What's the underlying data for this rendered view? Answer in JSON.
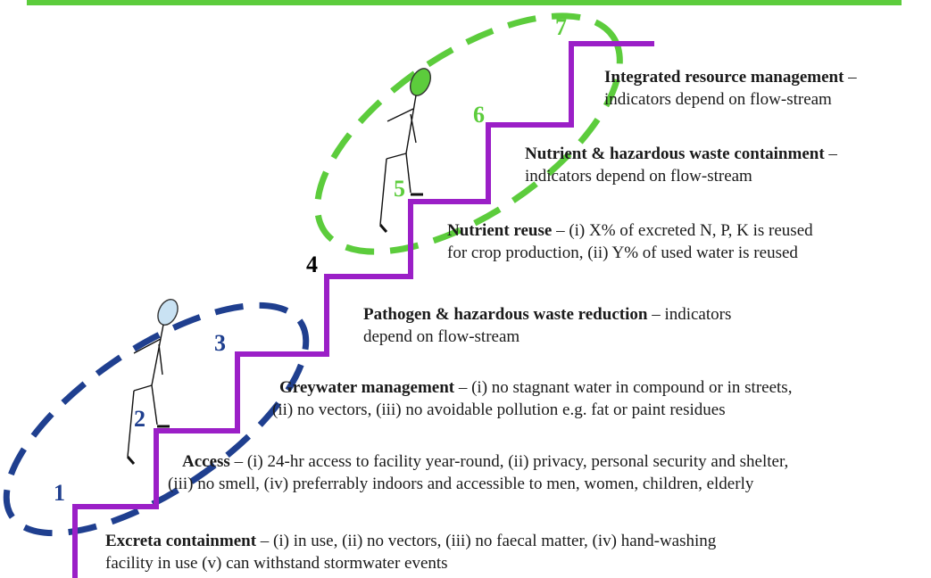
{
  "colors": {
    "stair": "#9b1fc7",
    "green": "#5ccc3c",
    "blue": "#1f3f8f",
    "black": "#000000"
  },
  "step_numbers": {
    "s1": "1",
    "s2": "2",
    "s3": "3",
    "s4": "4",
    "s5": "5",
    "s6": "6",
    "s7": "7"
  },
  "steps": [
    {
      "title": "Excreta containment",
      "line1": " – (i) in use, (ii) no vectors, (iii) no faecal matter, (iv) hand-washing",
      "line2": "facility in use (v) can withstand stormwater events"
    },
    {
      "title": "Access",
      "line1": " – (i) 24-hr access to facility year-round, (ii) privacy, personal security and shelter,",
      "line2": "(iii) no smell, (iv) preferrably indoors and accessible to men, women, children, elderly"
    },
    {
      "title": "Greywater management",
      "line1": " – (i) no stagnant water in compound or in streets,",
      "line2": "(ii) no vectors, (iii) no avoidable pollution e.g. fat or paint residues"
    },
    {
      "title": "Pathogen & hazardous waste reduction",
      "line1": " – indicators",
      "line2": "depend on flow-stream"
    },
    {
      "title": "Nutrient reuse",
      "line1": " – (i) X% of excreted N, P, K is reused",
      "line2": "for crop production, (ii) Y% of used water is reused"
    },
    {
      "title": "Nutrient & hazardous waste containment",
      "line1": " –",
      "line2": "indicators depend on flow-stream"
    },
    {
      "title": "Integrated resource management",
      "line1": " –",
      "line2": "indicators depend on flow-stream"
    }
  ]
}
